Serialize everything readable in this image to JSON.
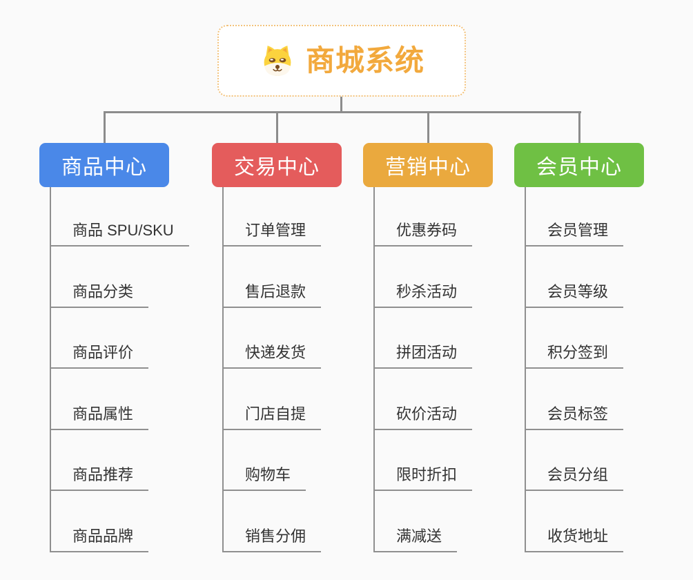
{
  "root": {
    "title": "商城系统",
    "icon": "dog-face-icon"
  },
  "branches": [
    {
      "label": "商品中心",
      "color": "#4a88e8",
      "children": [
        "商品 SPU/SKU",
        "商品分类",
        "商品评价",
        "商品属性",
        "商品推荐",
        "商品品牌"
      ]
    },
    {
      "label": "交易中心",
      "color": "#e45c5c",
      "children": [
        "订单管理",
        "售后退款",
        "快递发货",
        "门店自提",
        "购物车",
        "销售分佣"
      ]
    },
    {
      "label": "营销中心",
      "color": "#eaa93e",
      "children": [
        "优惠券码",
        "秒杀活动",
        "拼团活动",
        "砍价活动",
        "限时折扣",
        "满减送"
      ]
    },
    {
      "label": "会员中心",
      "color": "#6fc044",
      "children": [
        "会员管理",
        "会员等级",
        "积分签到",
        "会员标签",
        "会员分组",
        "收货地址"
      ]
    }
  ],
  "colors": {
    "background": "#fafafa",
    "connector": "#8c8c8c",
    "underline": "#8f8f8f",
    "root_border": "#f3c27b",
    "root_title": "#f2a93d",
    "child_text": "#333333",
    "branch_text": "#ffffff"
  }
}
